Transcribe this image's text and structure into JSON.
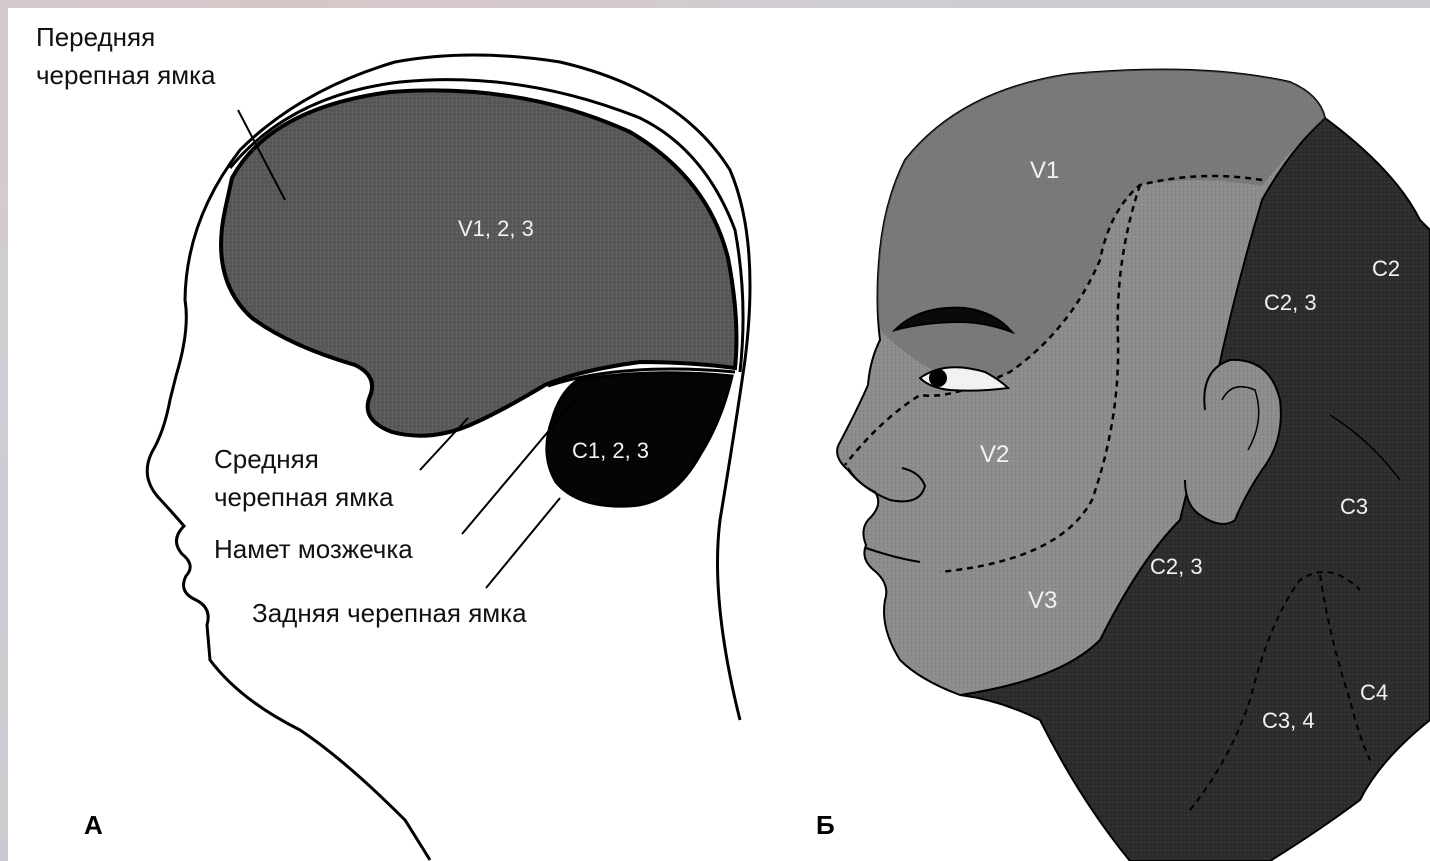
{
  "panel_a": {
    "letter": "А",
    "regions": {
      "cerebrum": "V1, 2, 3",
      "posterior": "C1, 2, 3"
    },
    "labels": {
      "anterior_line1": "Передняя",
      "anterior_line2": "черепная ямка",
      "middle_line1": "Средняя",
      "middle_line2": "черепная ямка",
      "tentorium": "Намет мозжечка",
      "posterior": "Задняя черепная ямка"
    }
  },
  "panel_b": {
    "letter": "Б",
    "zones": {
      "v1": "V1",
      "v2": "V2",
      "v3": "V3",
      "c2": "C2",
      "c23_upper": "C2, 3",
      "c23_lower": "C2, 3",
      "c3": "C3",
      "c34": "C3, 4",
      "c4": "C4"
    }
  },
  "colors": {
    "page": "#ffffff",
    "light_gray": "#8e8e8e",
    "mid_gray": "#5a5a5a",
    "dark_gray": "#2e2e2e",
    "black": "#050505"
  }
}
